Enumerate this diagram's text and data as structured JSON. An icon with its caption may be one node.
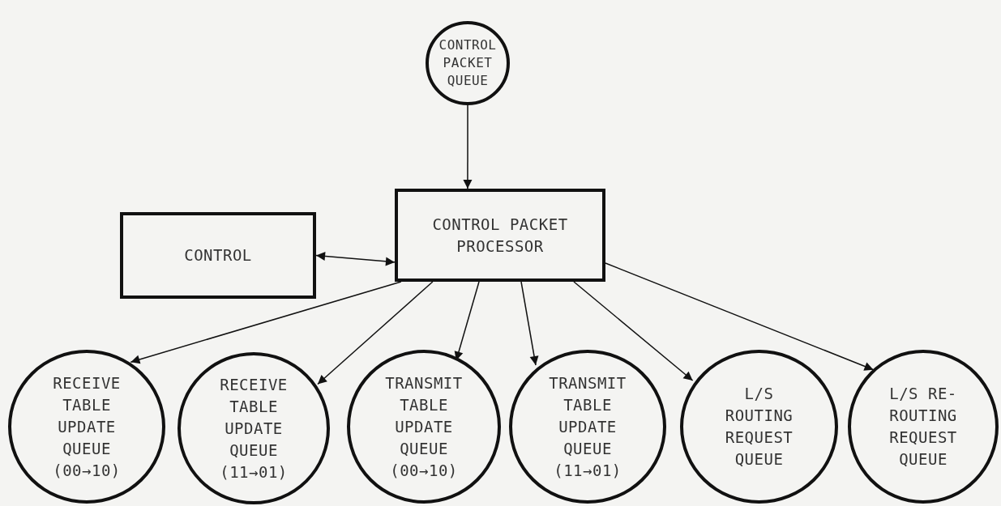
{
  "diagram": {
    "nodes": [
      {
        "text": [
          "CONTROL PACKET QUEUE"
        ]
      },
      {
        "text": [
          "CONTROL"
        ]
      },
      {
        "text": [
          "CONTROL PACKET PROCESSOR"
        ]
      },
      {
        "text": [
          "RECEIVE TABLE UPDATE QUEUE (00→10)"
        ]
      },
      {
        "text": [
          "RECEIVE TABLE UPDATE QUEUE (11→01)"
        ]
      },
      {
        "text": [
          "TRANSMIT TABLE UPDATE QUEUE (00→10)"
        ]
      },
      {
        "text": [
          "TRANSMIT TABLE UPDATE QUEUE (11→01)"
        ]
      },
      {
        "text": [
          "L/S ROUTING REQUEST QUEUE"
        ]
      },
      {
        "text": [
          "L/S RE-ROUTING REQUEST QUEUE"
        ]
      }
    ],
    "edges": [
      {
        "from": 0,
        "to": 2,
        "arrow": "to"
      },
      {
        "from": 1,
        "to": 2,
        "arrow": "both"
      },
      {
        "from": 2,
        "to": 3,
        "arrow": "to"
      },
      {
        "from": 2,
        "to": 4,
        "arrow": "to"
      },
      {
        "from": 2,
        "to": 5,
        "arrow": "to"
      },
      {
        "from": 2,
        "to": 6,
        "arrow": "to"
      },
      {
        "from": 2,
        "to": 7,
        "arrow": "to"
      },
      {
        "from": 2,
        "to": 8,
        "arrow": "to"
      }
    ]
  }
}
